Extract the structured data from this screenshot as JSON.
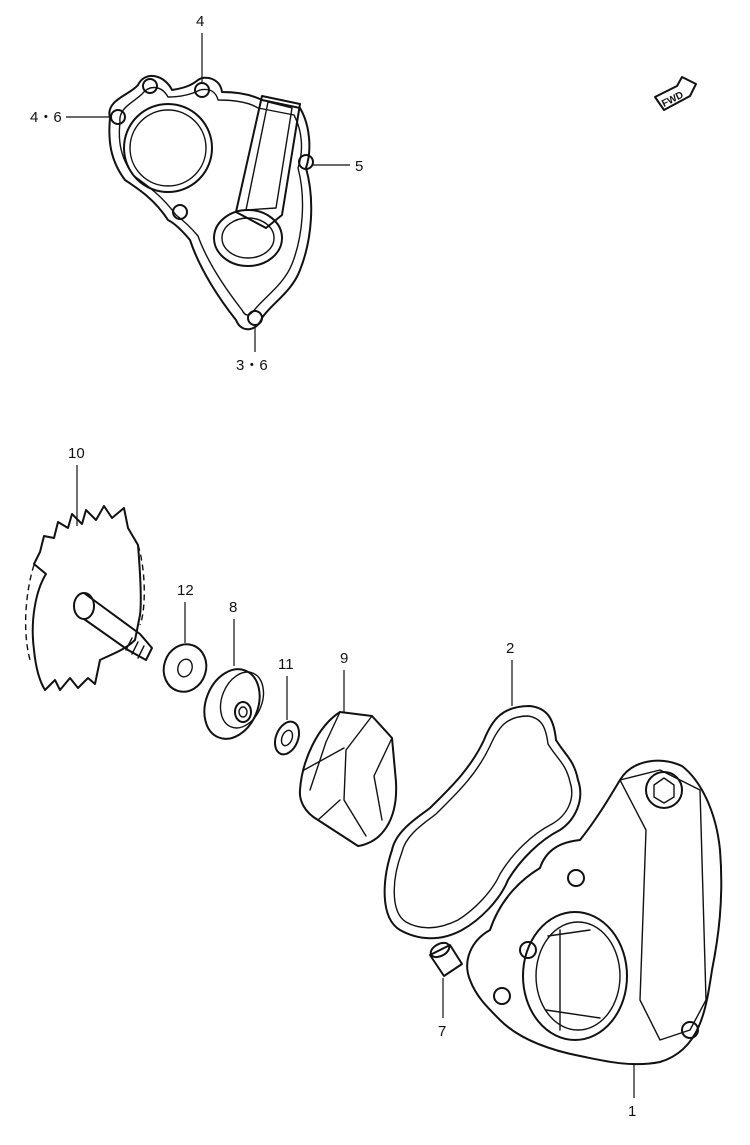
{
  "fwd_badge": "FWD",
  "callouts": {
    "c1": "1",
    "c2": "2",
    "c3_6": "3・6",
    "c4": "4",
    "c4_6": "4・6",
    "c5": "5",
    "c7": "7",
    "c8": "8",
    "c9": "9",
    "c10": "10",
    "c11": "11",
    "c12": "12"
  }
}
